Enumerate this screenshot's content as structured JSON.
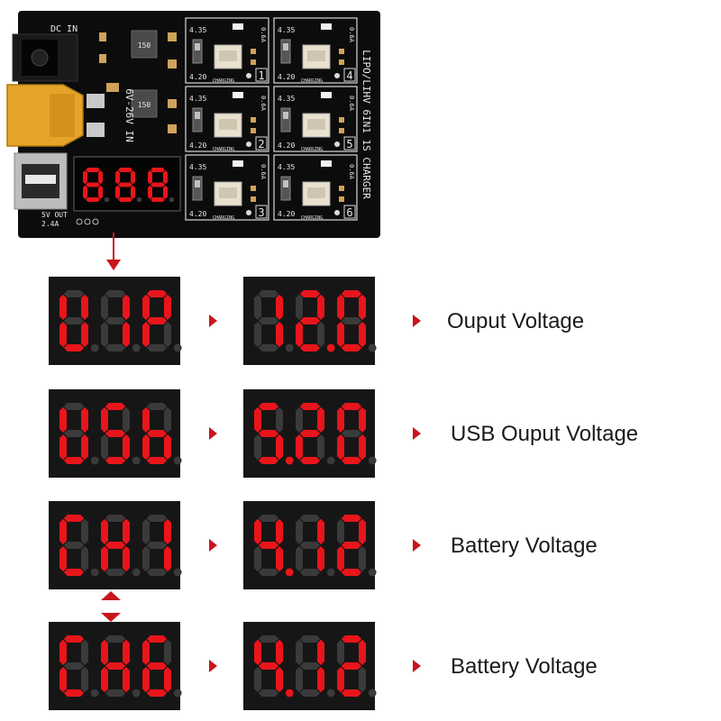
{
  "board": {
    "dc_in_label": "DC IN",
    "input_label": "6V-26V IN",
    "product_title": "LIPO/LIHV 6IN1 1S CHARGER",
    "usb_out_label": "5V OUT",
    "usb_current_label": "2.4A",
    "inductor_marking": "150",
    "display_digits": [
      "8",
      "8",
      "8"
    ],
    "slot_voltage_high": "4.35",
    "slot_voltage_low": "4.20",
    "slot_current": "0.6A",
    "slot_charging_label": "CHARGING",
    "slot_numbers": [
      "1",
      "2",
      "3",
      "4",
      "5",
      "6"
    ]
  },
  "rows": [
    {
      "mode": [
        "U",
        "I",
        "P"
      ],
      "reading": [
        "1",
        "2.",
        "0"
      ],
      "label": "Ouput Voltage"
    },
    {
      "mode": [
        "U",
        "S",
        "b"
      ],
      "reading": [
        "5.",
        "2",
        "0"
      ],
      "label": "USB Ouput Voltage"
    },
    {
      "mode": [
        "C",
        "H",
        "1"
      ],
      "reading": [
        "4.",
        "1",
        "2"
      ],
      "label": "Battery Voltage"
    },
    {
      "mode": [
        "C",
        "H",
        "6"
      ],
      "reading": [
        "4.",
        "1",
        "2"
      ],
      "label": "Battery Voltage"
    }
  ],
  "colors": {
    "segment_on": "#e8151b",
    "segment_off": "#3a3a3a",
    "display_bg": "#161616",
    "pcb": "#0c0c0c",
    "arrow": "#c8161c"
  }
}
